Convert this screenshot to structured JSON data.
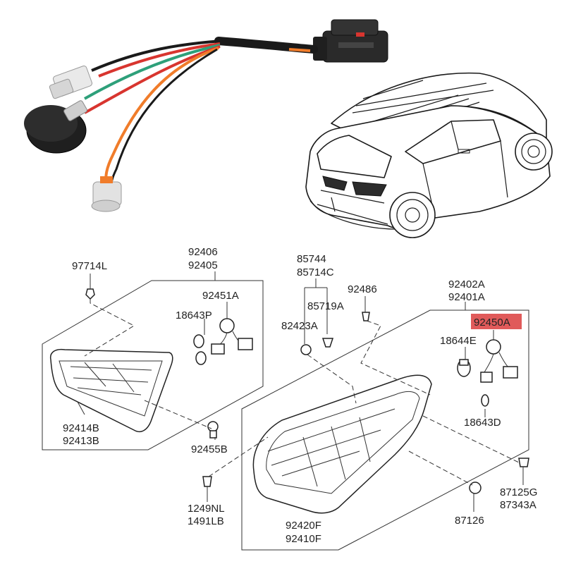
{
  "colors": {
    "highlight": "#e05a5a",
    "wire_red": "#d8352f",
    "wire_green": "#2ea07a",
    "wire_orange": "#f07c2a",
    "wire_black": "#1a1a1a",
    "car_tail_lamp": "#2c2c2c"
  },
  "labels": {
    "p97714L": "97714L",
    "p92406": "92406",
    "p92405": "92405",
    "p92451A": "92451A",
    "p18643P": "18643P",
    "p92414B": "92414B",
    "p92413B": "92413B",
    "p92455B": "92455B",
    "p85744": "85744",
    "p85714C": "85714C",
    "p92486": "92486",
    "p85719A": "85719A",
    "p82423A": "82423A",
    "p92402A": "92402A",
    "p92401A": "92401A",
    "p92450A": "92450A",
    "p18644E": "18644E",
    "p18643D": "18643D",
    "p1249NL": "1249NL",
    "p1491LB": "1491LB",
    "p92420F": "92420F",
    "p92410F": "92410F",
    "p87126": "87126",
    "p87125G": "87125G",
    "p87343A": "87343A"
  },
  "icons": {
    "wiring_harness": "wiring-harness-photo-icon",
    "vehicle": "suv-rear-view-icon"
  }
}
